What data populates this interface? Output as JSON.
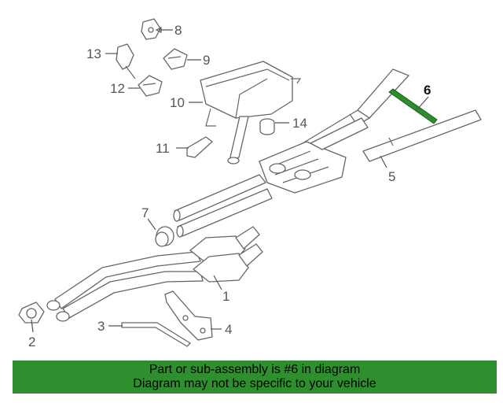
{
  "colors": {
    "highlight": "#2e8b2e",
    "banner_background": "#2f8f2f",
    "line_art": "#666666",
    "background": "#ffffff"
  },
  "callouts": {
    "c1": "1",
    "c2": "2",
    "c3": "3",
    "c4": "4",
    "c5": "5",
    "c6": "6",
    "c7": "7",
    "c8": "8",
    "c9": "9",
    "c10": "10",
    "c11": "11",
    "c12": "12",
    "c13": "13",
    "c14": "14"
  },
  "highlighted_part": "6",
  "banner": {
    "line1": "Part or sub-assembly is #6 in diagram",
    "line2": "Diagram may not be specific to your vehicle"
  }
}
